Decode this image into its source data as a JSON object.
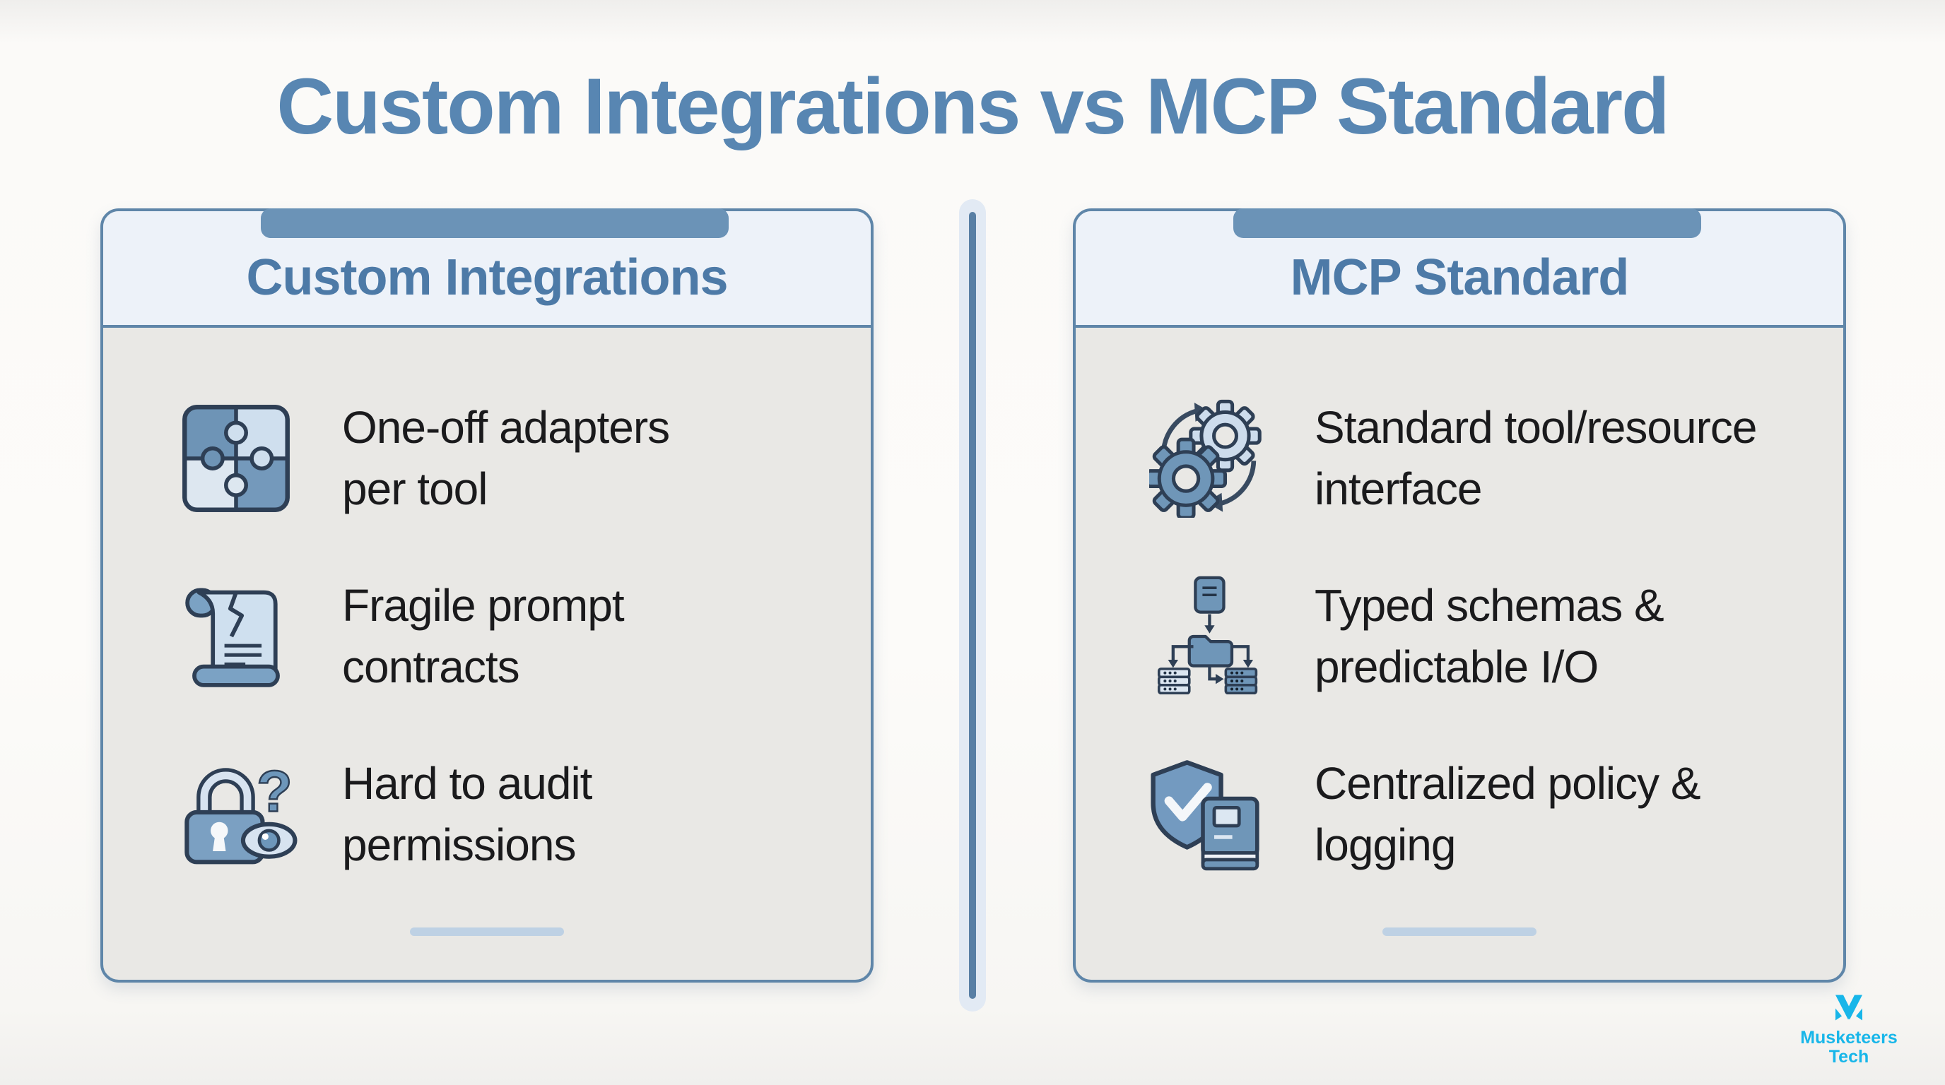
{
  "title": "Custom Integrations vs MCP Standard",
  "panels": [
    {
      "id": "custom-integrations",
      "header": "Custom Integrations",
      "items": [
        {
          "icon": "puzzle-pieces-icon",
          "lines": [
            "One-off adapters",
            "per tool"
          ]
        },
        {
          "icon": "torn-contract-icon",
          "lines": [
            "Fragile prompt",
            "contracts"
          ]
        },
        {
          "icon": "lock-audit-icon",
          "lines": [
            "Hard to audit",
            "permissions"
          ]
        }
      ]
    },
    {
      "id": "mcp-standard",
      "header": "MCP Standard",
      "items": [
        {
          "icon": "gears-sync-icon",
          "lines": [
            "Standard tool/resource",
            "interface"
          ]
        },
        {
          "icon": "typed-schema-icon",
          "lines": [
            "Typed schemas &",
            "predictable I/O"
          ]
        },
        {
          "icon": "shield-book-icon",
          "lines": [
            "Centralized policy &",
            "logging"
          ]
        }
      ]
    }
  ],
  "brand": {
    "line1": "Musketeers",
    "line2": "Tech"
  },
  "colors": {
    "title_blue": "#5886b2",
    "header_blue": "#4d7aa7",
    "border_blue": "#5f86a9",
    "tab_blue": "#6b93b7",
    "header_bg": "#edf2f9",
    "panel_bg": "#e9e8e5",
    "page_bg": "#fbfaf8",
    "item_text": "#1a1a1c",
    "pill_blue": "#bed1e4",
    "divider_core": "#587fa5",
    "divider_halo": "#e2eaf4",
    "icon_medium_blue": "#6f96b8",
    "icon_light_blue": "#cfdfee",
    "icon_outline": "#2e3f55",
    "logo_cyan": "#18b6e9"
  }
}
